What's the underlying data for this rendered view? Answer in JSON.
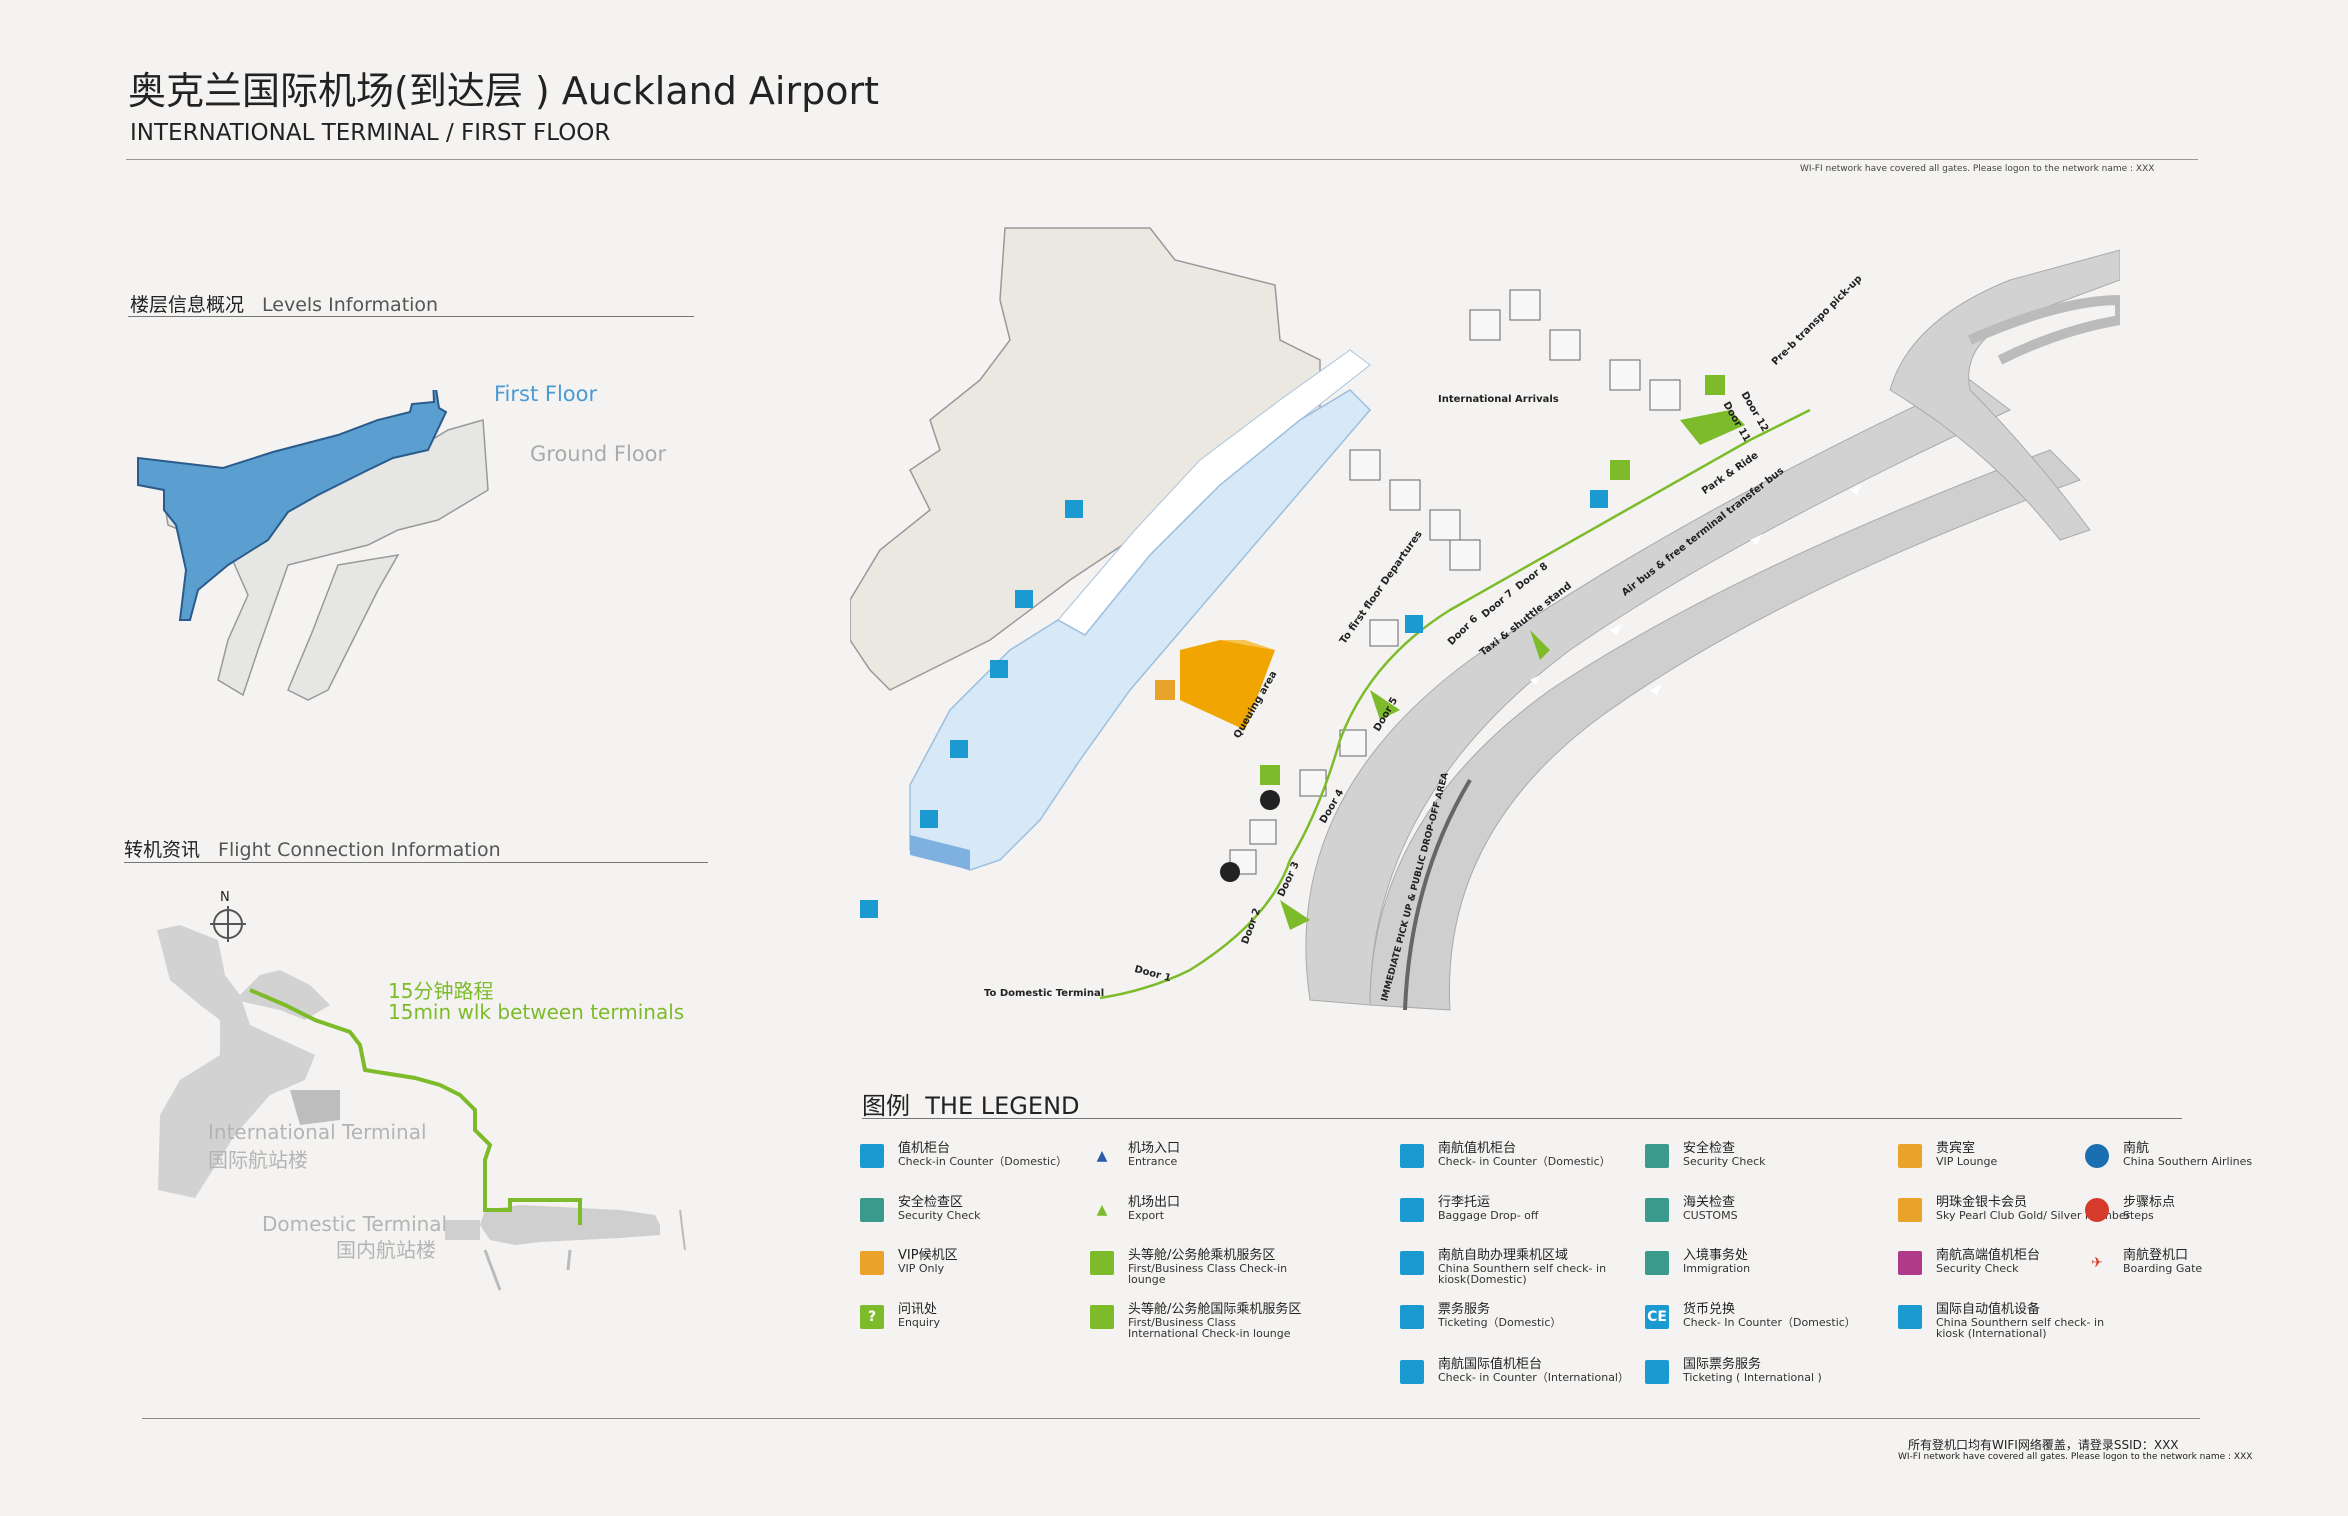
{
  "header": {
    "title": "奥克兰国际机场(到达层 ) Auckland Airport",
    "subtitle": "INTERNATIONAL TERMINAL  / FIRST FLOOR",
    "wifi_note": "WI-FI network have covered all gates. Please logon to the network name : XXX"
  },
  "levels": {
    "title_cn": "楼层信息概况",
    "title_en": "Levels Information",
    "first_floor": "First Floor",
    "ground_floor": "Ground Floor",
    "colors": {
      "first": "#5b9fd1",
      "ground": "#e6e6e4"
    }
  },
  "connection": {
    "title_cn": "转机资讯",
    "title_en": "Flight Connection Information",
    "north": "N",
    "walk_cn": "15分钟路程",
    "walk_en": "15min wlk between terminals",
    "international_en": "International Terminal",
    "international_cn": "国际航站楼",
    "domestic_en": "Domestic Terminal",
    "domestic_cn": "国内航站楼",
    "route_color": "#7dbb2a"
  },
  "map": {
    "labels": {
      "international_arrivals": "International Arrivals",
      "to_domestic": "To Domestic Terminal",
      "queuing": "Queuing area",
      "to_first_floor": "To first floor Departures",
      "taxi": "Taxi & shuttle stand",
      "airbus": "Air bus & free terminal transfer bus",
      "prebook": "Pre-b transpo pick-up",
      "park_ride": "Park & Ride",
      "dropoff": "IMMEDIATE PICK UP & PUBLIC DROP-OFF AREA",
      "doors": [
        "Door 1",
        "Door 2",
        "Door 3",
        "Door 4",
        "Door 5",
        "Door 6",
        "Door 7",
        "Door 8",
        "Door 11",
        "Door 12"
      ]
    },
    "colors": {
      "terminal": "#d7e8f7",
      "vip": "#f0a500",
      "walk": "#7dbb2a",
      "road": "#cfcfcf"
    }
  },
  "legend": {
    "title_cn": "图例",
    "title_en": "THE LEGEND",
    "items": [
      {
        "cn": "值机柜台",
        "en": "Check-in Counter（Domestic）",
        "color": "#1a9ad1",
        "icon": "square-icon"
      },
      {
        "cn": "安全检查区",
        "en": "Security Check",
        "color": "#3a9a8c",
        "icon": "square-icon"
      },
      {
        "cn": "VIP候机区",
        "en": "VIP Only",
        "color": "#e9a22a",
        "icon": "square-icon"
      },
      {
        "cn": "问讯处",
        "en": "Enquiry",
        "color": "#7dbb2a",
        "icon": "question-icon",
        "glyph": "?"
      },
      {
        "cn": "机场入口",
        "en": "Entrance",
        "color": "#2a5aa8",
        "icon": "entrance-arrow-icon"
      },
      {
        "cn": "机场出口",
        "en": "Export",
        "color": "#7dbb2a",
        "icon": "exit-arrow-icon"
      },
      {
        "cn": "头等舱/公务舱乘机服务区",
        "en": "First/Business Class Check-in lounge",
        "color": "#7dbb2a",
        "icon": "lounge-icon"
      },
      {
        "cn": "头等舱/公务舱国际乘机服务区",
        "en": "First/Business Class International Check-in lounge",
        "color": "#7dbb2a",
        "icon": "intl-lounge-icon"
      },
      {
        "cn": "南航值机柜台",
        "en": "Check- in Counter（Domestic）",
        "color": "#1a9ad1",
        "icon": "checkin-icon"
      },
      {
        "cn": "行李托运",
        "en": "Baggage Drop- off",
        "color": "#1a9ad1",
        "icon": "baggage-icon"
      },
      {
        "cn": "南航自助办理乘机区域",
        "en": "China Sounthern self check- in kiosk(Domestic)",
        "color": "#1a9ad1",
        "icon": "kiosk-icon"
      },
      {
        "cn": "票务服务",
        "en": "Ticketing（Domestic）",
        "color": "#1a9ad1",
        "icon": "ticket-icon"
      },
      {
        "cn": "南航国际值机柜台",
        "en": "Check- in Counter（International）",
        "color": "#1a9ad1",
        "icon": "intl-checkin-icon"
      },
      {
        "cn": "安全检查",
        "en": "Security Check",
        "color": "#3a9a8c",
        "icon": "security-icon"
      },
      {
        "cn": "海关检查",
        "en": "CUSTOMS",
        "color": "#3a9a8c",
        "icon": "customs-icon"
      },
      {
        "cn": "入境事务处",
        "en": "Immigration",
        "color": "#3a9a8c",
        "icon": "immigration-icon"
      },
      {
        "cn": "货币兑换",
        "en": "Check- In Counter（Domestic）",
        "color": "#1a9ad1",
        "icon": "exchange-icon",
        "glyph": "CE"
      },
      {
        "cn": "国际票务服务",
        "en": "Ticketing ( International )",
        "color": "#1a9ad1",
        "icon": "intl-ticket-icon"
      },
      {
        "cn": "贵宾室",
        "en": "VIP Lounge",
        "color": "#e9a22a",
        "icon": "vip-lounge-icon"
      },
      {
        "cn": "明珠金银卡会员",
        "en": "Sky Pearl Club Gold/ Silver Member",
        "color": "#e9a22a",
        "icon": "pearl-icon"
      },
      {
        "cn": "南航高端值机柜台",
        "en": "Security Check",
        "color": "#b03a8a",
        "icon": "premium-icon"
      },
      {
        "cn": "国际自动值机设备",
        "en": "China Sounthern self check- in kiosk (International)",
        "color": "#1a9ad1",
        "icon": "intl-kiosk-icon"
      },
      {
        "cn": "南航",
        "en": "China Southern Airlines",
        "color": "#1a6fb0",
        "icon": "csa-logo-icon"
      },
      {
        "cn": "步骤标点",
        "en": "Steps",
        "color": "#d63a2a",
        "icon": "steps-icon"
      },
      {
        "cn": "南航登机口",
        "en": "Boarding Gate",
        "color": "#d63a2a",
        "icon": "plane-icon"
      }
    ]
  },
  "footer": {
    "wifi_cn": "所有登机口均有WIFI网络覆盖，请登录SSID：XXX",
    "wifi_en": "WI-FI network have covered all gates. Please logon to the network name : XXX"
  }
}
